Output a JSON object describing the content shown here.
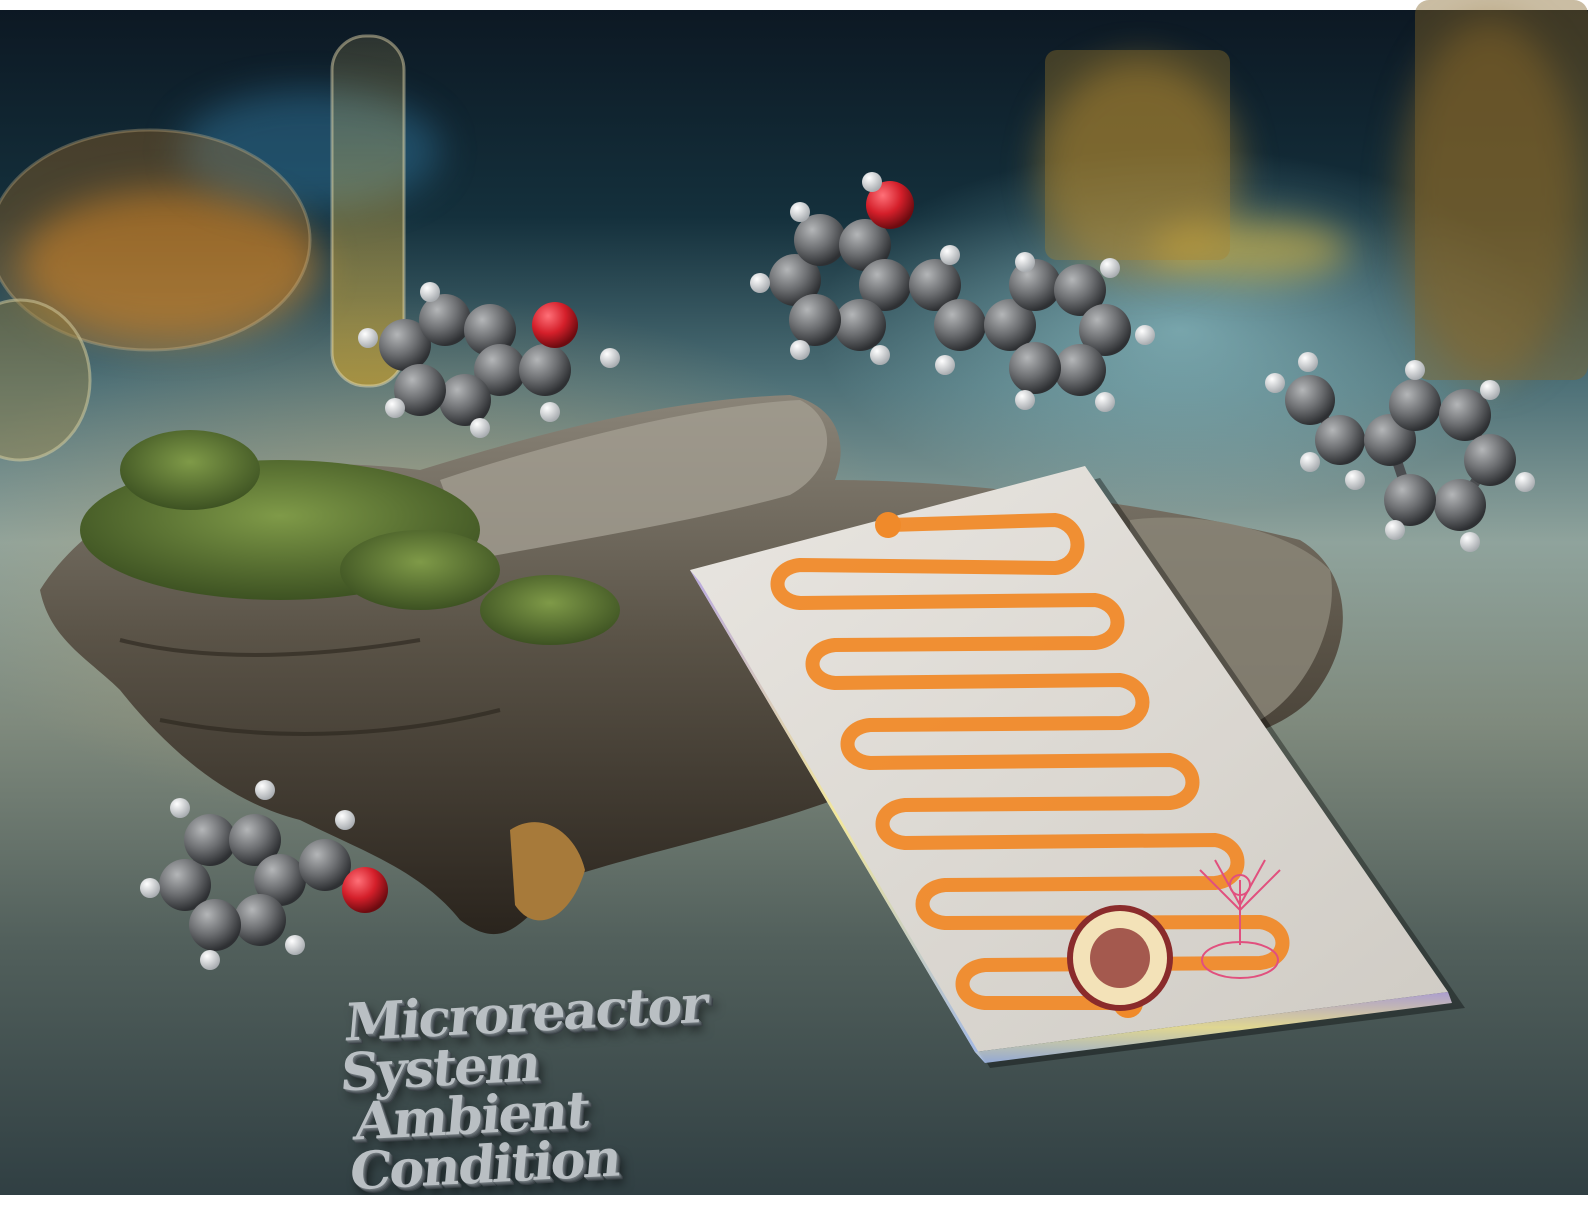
{
  "scene": {
    "caption_line1": "Microreactor System",
    "caption_line2": "Ambient Condition",
    "accent_channel_color": "#f08a2a",
    "atom_carbon_color": "#6b6d70",
    "atom_oxygen_color": "#d41f2a",
    "atom_hydrogen_color": "#e6e8ea",
    "seal_left": "university seal (circular, maroon and gold)",
    "seal_right": "university emblem (pink line art)"
  }
}
